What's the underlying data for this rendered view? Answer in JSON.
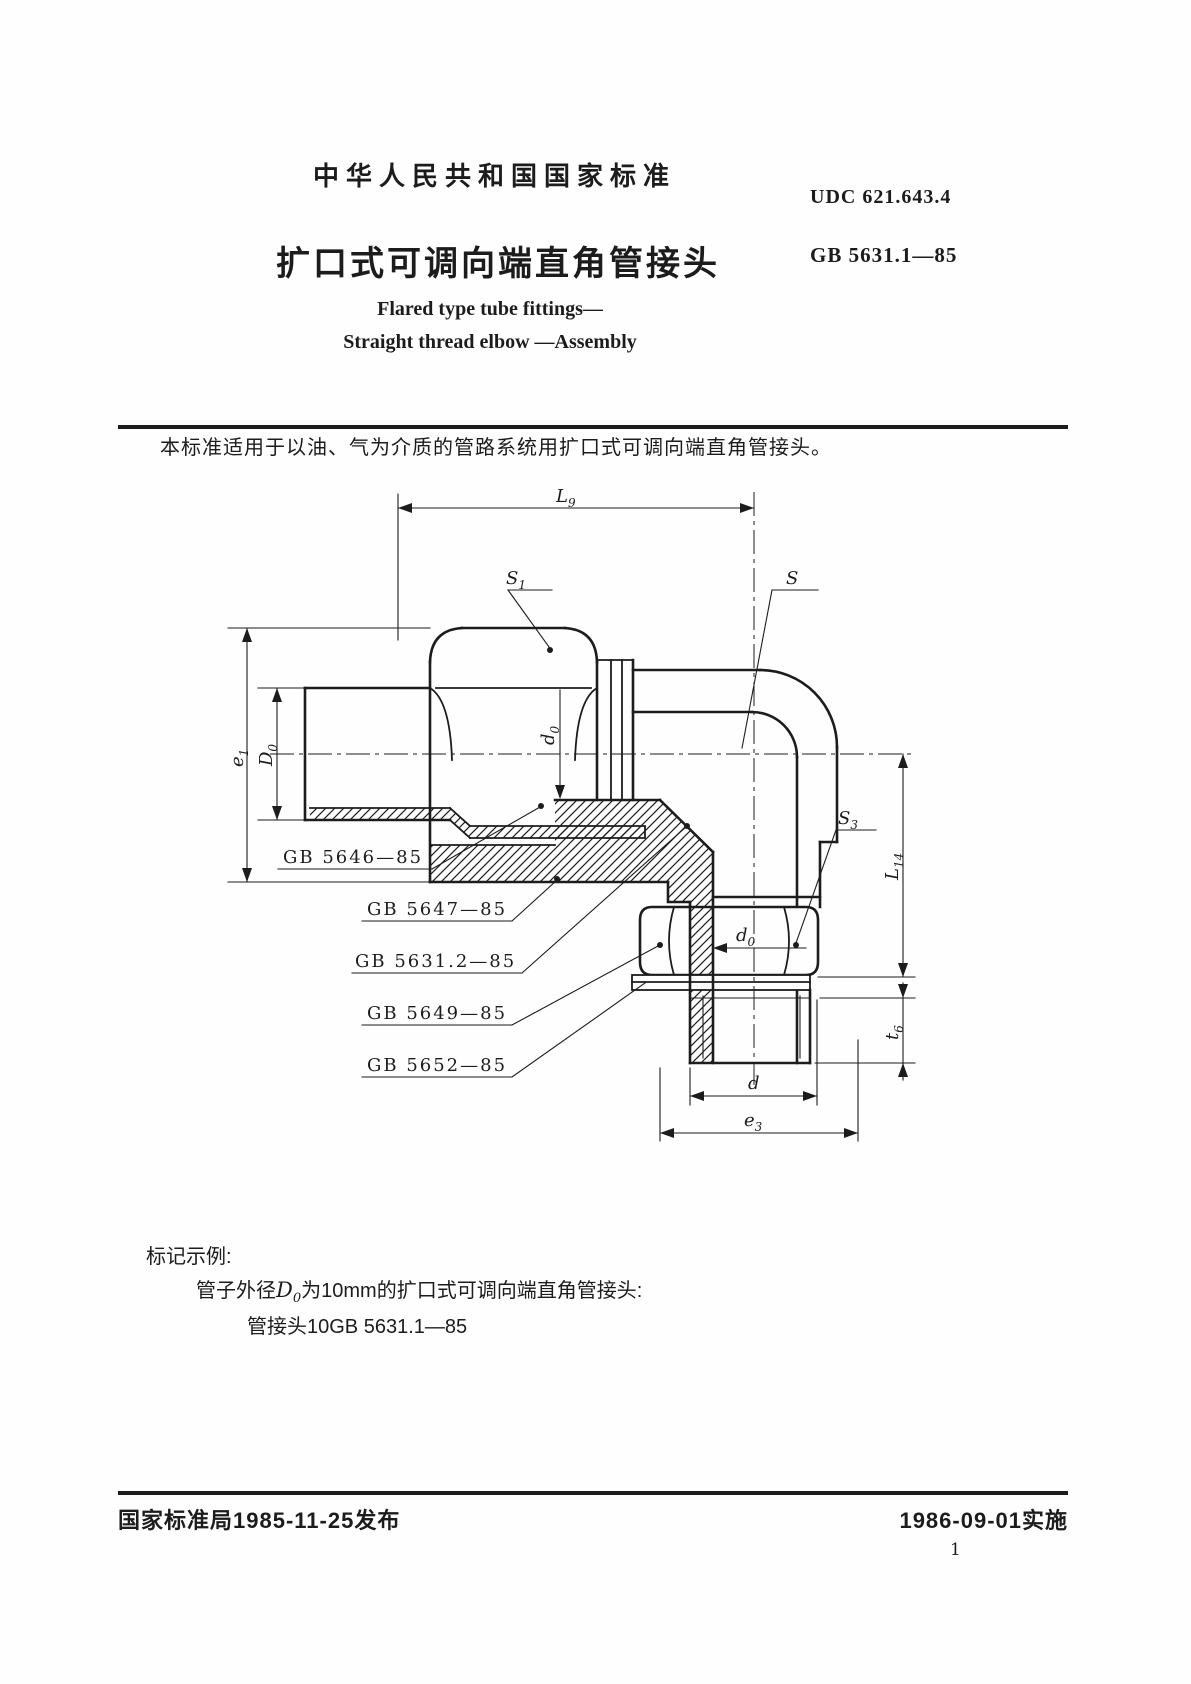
{
  "page": {
    "header_cn": "中华人民共和国国家标准",
    "udc": "UDC 621.643.4",
    "title_cn": "扩口式可调向端直角管接头",
    "std_no": "GB 5631.1—85",
    "title_en_line1": "Flared type tube fittings—",
    "title_en_line2": "Straight thread elbow —Assembly",
    "scope": "本标准适用于以油、气为介质的管路系统用扩口式可调向端直角管接头。",
    "marking": {
      "heading": "标记示例:",
      "line1_prefix": "管子外径",
      "line1_dim_main": "D",
      "line1_dim_sub": "0",
      "line1_suffix": "为10mm的扩口式可调向端直角管接头:",
      "line2": "管接头10GB  5631.1—85"
    },
    "footer": {
      "issued": "国家标准局1985-11-25发布",
      "effective": "1986-09-01实施",
      "page_number": "1"
    }
  },
  "drawing": {
    "dims": {
      "L9": {
        "main": "L",
        "sub": "9"
      },
      "S1": {
        "main": "S",
        "sub": "1"
      },
      "S": {
        "main": "S",
        "sub": ""
      },
      "S3": {
        "main": "S",
        "sub": "3"
      },
      "e1": {
        "main": "e",
        "sub": "1"
      },
      "D0": {
        "main": "D",
        "sub": "0"
      },
      "d0_top": {
        "main": "d",
        "sub": "0"
      },
      "d0_bottom": {
        "main": "d",
        "sub": "0"
      },
      "L14": {
        "main": "L",
        "sub": "14"
      },
      "t6": {
        "main": "t",
        "sub": "6"
      },
      "d": {
        "main": "d",
        "sub": ""
      },
      "e3": {
        "main": "e",
        "sub": "3"
      }
    },
    "parts": {
      "gb5646": "GB 5646—85",
      "gb5647": "GB 5647—85",
      "gb5631_2": "GB 5631.2—85",
      "gb5649": "GB 5649—85",
      "gb5652": "GB 5652—85"
    }
  },
  "colors": {
    "ink": "#1c1c1c",
    "paper": "#fefefe"
  }
}
